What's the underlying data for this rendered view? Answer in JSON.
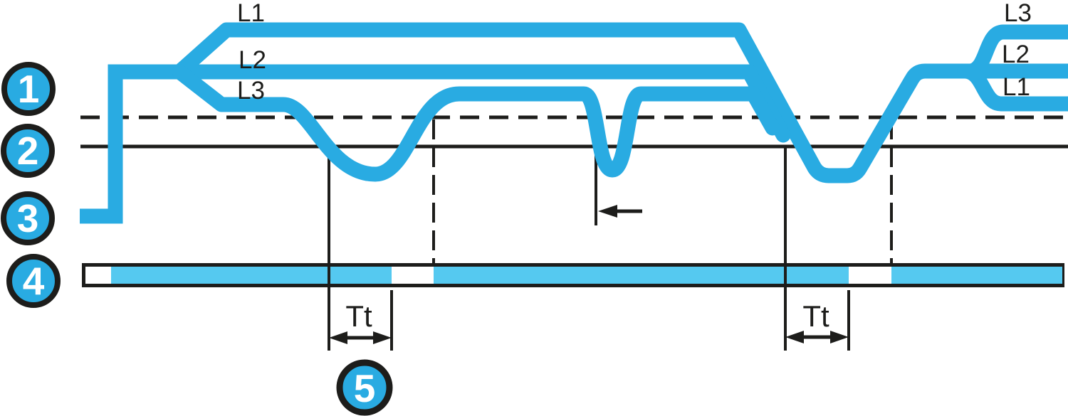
{
  "diagram": {
    "phase_labels_left": [
      "L1",
      "L2",
      "L3"
    ],
    "phase_labels_right": [
      "L3",
      "L2",
      "L1"
    ],
    "markers": [
      "1",
      "2",
      "3",
      "4",
      "5"
    ],
    "time_label_left": "Tt",
    "time_label_right": "Tt",
    "colors": {
      "line_blue": "#29ABE2",
      "bar_fill": "#55C9F0",
      "line_black": "#1D1D1B",
      "background": "#FFFFFF",
      "marker_text": "#FFFFFF"
    }
  }
}
